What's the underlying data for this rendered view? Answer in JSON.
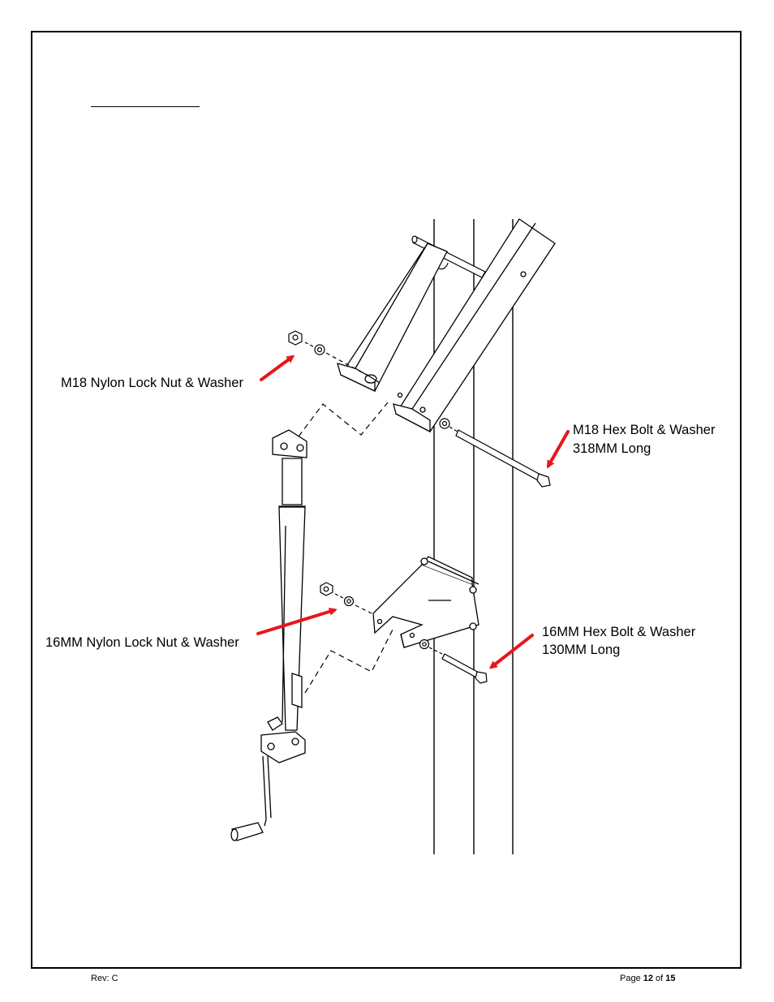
{
  "callouts": {
    "m18_nut": "M18 Nylon Lock Nut & Washer",
    "m18_bolt_line1": "M18 Hex Bolt & Washer",
    "m18_bolt_line2": "318MM Long",
    "mm16_nut": "16MM Nylon Lock Nut & Washer",
    "mm16_bolt_line1": "16MM Hex Bolt & Washer",
    "mm16_bolt_line2": "130MM Long"
  },
  "footer": {
    "rev": "Rev: C",
    "page_prefix": "Page ",
    "page_current": "12",
    "page_of": " of ",
    "page_total": "15"
  },
  "colors": {
    "arrow": "#e8161b",
    "line": "#000000"
  }
}
